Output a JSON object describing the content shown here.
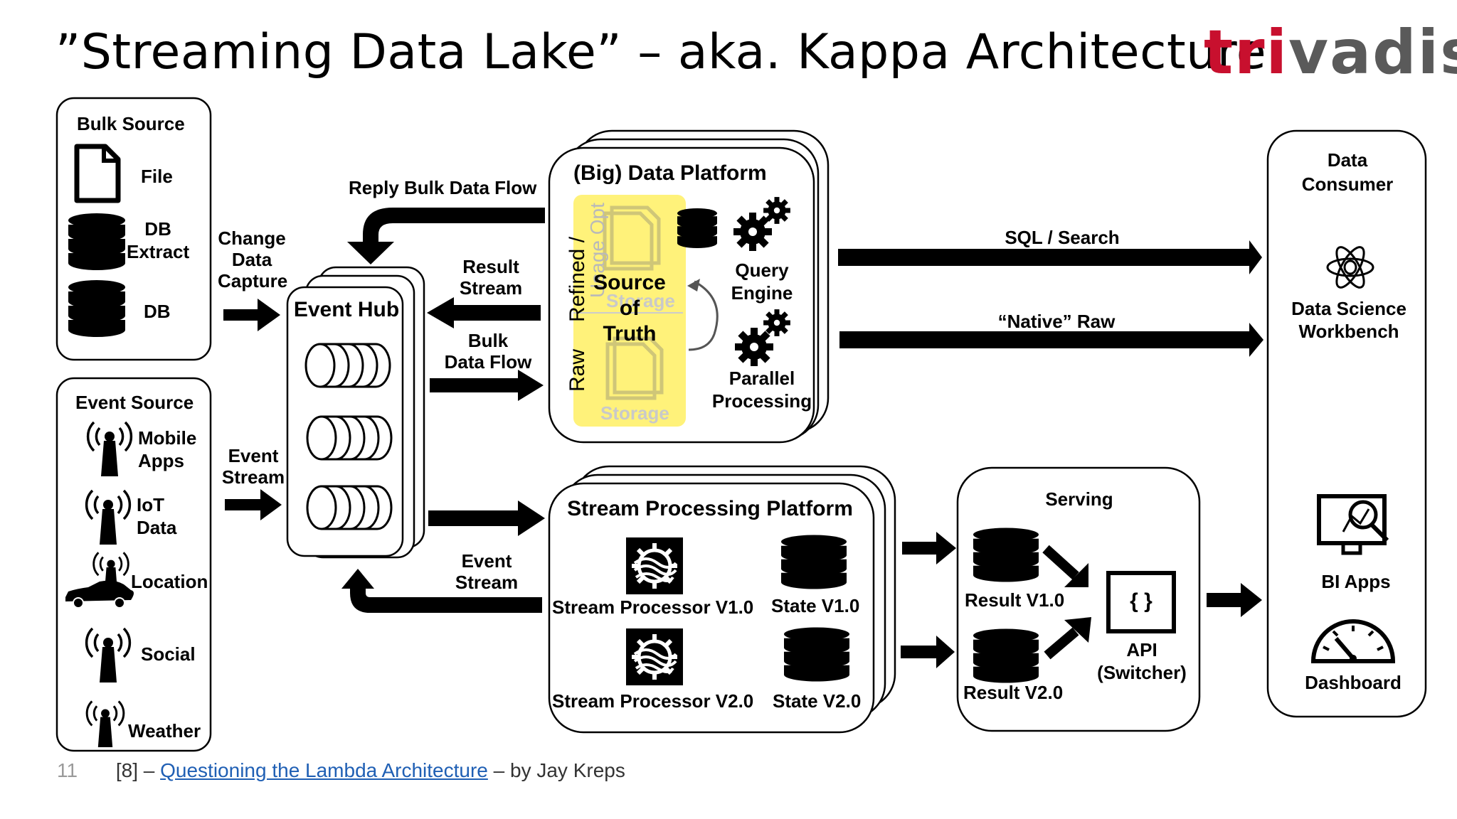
{
  "slide": {
    "title": "”Streaming Data Lake” – aka. Kappa Architecture",
    "logo": {
      "text_red": "tri",
      "text_gray": "vadis"
    },
    "page_number": "11",
    "footer_prefix": "[8] –",
    "footer_link": "Questioning the Lambda Architecture",
    "footer_suffix": "– by Jay Kreps"
  },
  "bulk_source": {
    "title": "Bulk Source",
    "items": [
      {
        "label": "File",
        "icon": "file-icon"
      },
      {
        "label": "DB\nExtract",
        "icon": "database-icon"
      },
      {
        "label": "DB",
        "icon": "database-icon"
      }
    ]
  },
  "event_source": {
    "title": "Event Source",
    "items": [
      {
        "label": "Mobile\nApps",
        "icon": "antenna-icon"
      },
      {
        "label": "IoT\nData",
        "icon": "antenna-icon"
      },
      {
        "label": "Location",
        "icon": "car-icon"
      },
      {
        "label": "Social",
        "icon": "antenna-icon"
      },
      {
        "label": "Weather",
        "icon": "antenna-icon"
      }
    ]
  },
  "flows": {
    "change_data_capture": "Change\nData\nCapture",
    "event_stream_in": "Event\nStream",
    "reply_bulk": "Reply Bulk Data Flow",
    "result_stream": "Result\nStream",
    "bulk_data_flow": "Bulk\nData Flow",
    "event_stream_back": "Event\nStream",
    "sql_search": "SQL / Search",
    "native_raw": "“Native” Raw"
  },
  "event_hub": {
    "title": "Event Hub"
  },
  "data_platform": {
    "title": "(Big) Data Platform",
    "refined_label": "Refined /",
    "usage_opt_label": "Usage Opt",
    "storage_top": "Storage",
    "raw_label": "Raw",
    "storage_bottom": "Storage",
    "source_of_truth": "Source\nof\nTruth",
    "query_engine": "Query\nEngine",
    "parallel_processing": "Parallel\nProcessing",
    "highlight_color": "#fff27a"
  },
  "stream_platform": {
    "title": "Stream Processing Platform",
    "processor_v1": "Stream Processor V1.0",
    "processor_v2": "Stream Processor V2.0",
    "state_v1": "State V1.0",
    "state_v2": "State V2.0"
  },
  "serving": {
    "title": "Serving",
    "result_v1": "Result V1.0",
    "result_v2": "Result V2.0",
    "api_symbol": "{ }",
    "api_label": "API\n(Switcher)"
  },
  "data_consumer": {
    "title": "Data\nConsumer",
    "workbench": "Data Science\nWorkbench",
    "bi_apps": "BI Apps",
    "dashboard": "Dashboard"
  },
  "colors": {
    "brand_red": "#c8102e",
    "brand_gray": "#5a5a5a",
    "link_blue": "#1f5fb4"
  }
}
